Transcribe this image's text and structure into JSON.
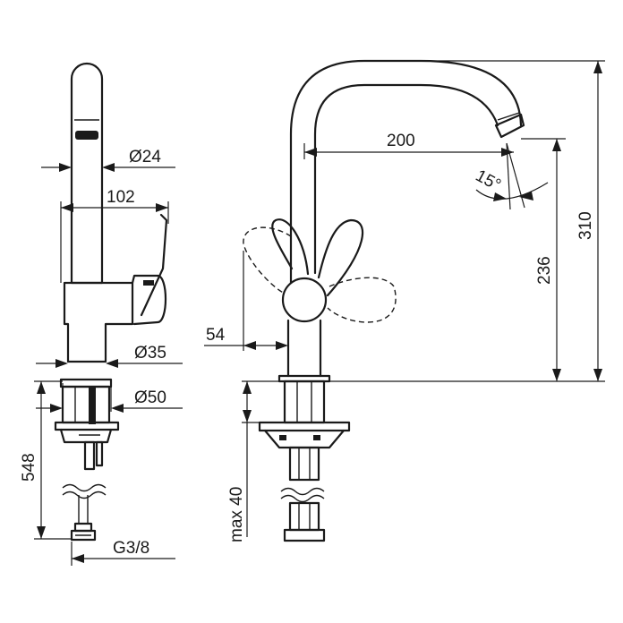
{
  "dimensions": {
    "spout_diameter": "Ø24",
    "body_diameter": "Ø35",
    "base_diameter": "Ø50",
    "lever_offset": "102",
    "spout_reach": "200",
    "swivel_angle": "15°",
    "spout_outlet_height": "236",
    "overall_height": "310",
    "lever_clearance": "54",
    "hose_length": "548",
    "deck_thickness": "max 40",
    "connection_thread": "G3/8"
  }
}
